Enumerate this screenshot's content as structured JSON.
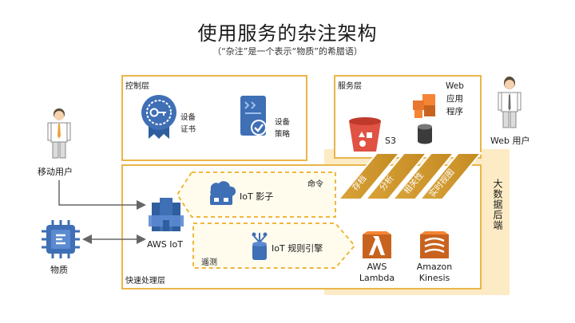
{
  "title": "使用服务的杂注架构",
  "subtitle": "（“杂注”是一个表示“物质”的希腊语）",
  "control_layer": {
    "label": "控制层",
    "cert_label": [
      "设备",
      "证书"
    ],
    "policy_label": [
      "设备",
      "策略"
    ]
  },
  "service_layer": {
    "label": "服务层",
    "s3_label": "S3",
    "web_app_label": [
      "Web",
      "应用",
      "程序"
    ]
  },
  "web_user_label": "Web 用户",
  "mobile_user_label": "移动用户",
  "thing_label": "物质",
  "aws_iot_label": "AWS IoT",
  "iot_shadow_label": "IoT 影子",
  "command_label": "命令",
  "iot_rules_label": "IoT 规则引擎",
  "telemetry_label": "遥测",
  "lambda_label": [
    "AWS",
    "Lambda"
  ],
  "kinesis_label": [
    "Amazon",
    "Kinesis"
  ],
  "speed_layer_label": "快速处理层",
  "big_data_label": "大数据后端",
  "stripes": [
    "存档",
    "分析",
    "相关性",
    "实时视图"
  ],
  "colors": {
    "border": "#EAB54A",
    "fill_light": "#FCEBC4",
    "dashed": "#F0B73A",
    "iot_blue": "#3F6FB5",
    "s3_red": "#E05243",
    "compute_orange": "#E8772E"
  }
}
